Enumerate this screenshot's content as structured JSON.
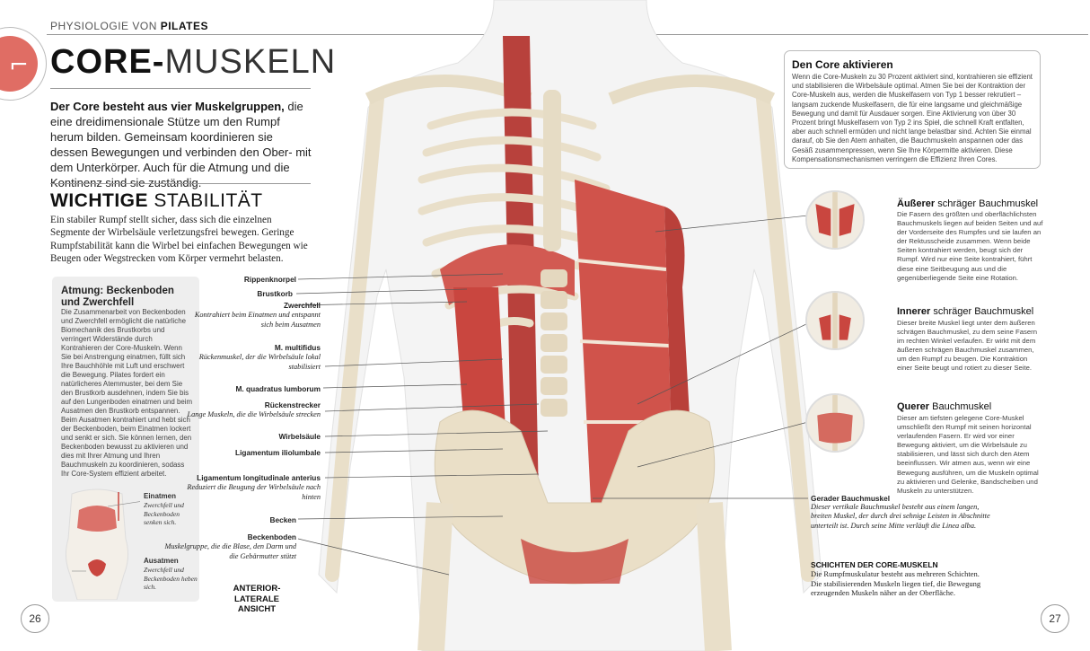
{
  "header": {
    "running_head_prefix": "PHYSIOLOGIE VON ",
    "running_head_book": "PILATES"
  },
  "title": {
    "bold": "CORE-",
    "light": "MUSKELN"
  },
  "intro": {
    "lead": "Der Core besteht aus vier Muskelgruppen,",
    "text": " die eine dreidimensionale Stütze um den Rumpf herum bilden. Gemeinsam koordinieren sie dessen Bewegungen und verbinden den Ober- mit dem Unterkörper. Auch für die Atmung und die Kontinenz sind sie zuständig."
  },
  "stability": {
    "heading_bold": "WICHTIGE",
    "heading_light": " STABILITÄT",
    "text": "Ein stabiler Rumpf stellt sicher, dass sich die einzelnen Segmente der Wirbelsäule verletzungsfrei bewegen. Geringe Rumpfstabilität kann die Wirbel bei einfachen Bewegungen wie Beugen oder Wegstrecken vom Körper vermehrt belasten."
  },
  "breathing_box": {
    "title": "Atmung: Beckenboden und Zwerchfell",
    "text": "Die Zusammenarbeit von Beckenboden und Zwerchfell ermöglicht die natürliche Biomechanik des Brustkorbs und verringert Widerstände durch Kontrahieren der Core-Muskeln. Wenn Sie bei Anstrengung einatmen, füllt sich Ihre Bauchhöhle mit Luft und erschwert die Bewegung. Pilates fordert ein natürlicheres Atemmuster, bei dem Sie den Brustkorb ausdehnen, indem Sie bis auf den Lungenboden einatmen und beim Ausatmen den Brustkorb entspannen. Beim Ausatmen kontrahiert und hebt sich der Beckenboden, beim Einatmen lockert und senkt er sich. Sie können lernen, den Beckenboden bewusst zu aktivieren und dies mit Ihrer Atmung und Ihren Bauchmuskeln zu koordinieren, sodass Ihr Core-System effizient arbeitet.",
    "inhale_title": "Einatmen",
    "inhale_text": "Zwerchfell und Beckenboden senken sich.",
    "exhale_title": "Ausatmen",
    "exhale_text": "Zwerchfell und Beckenboden heben sich."
  },
  "labels": [
    {
      "title": "Rippenknorpel",
      "desc": ""
    },
    {
      "title": "Brustkorb",
      "desc": ""
    },
    {
      "title": "Zwerchfell",
      "desc": "Kontrahiert beim Einatmen und entspannt sich beim Ausatmen"
    },
    {
      "title": "M. multifidus",
      "desc": "Rückenmuskel, der die Wirbelsäule lokal stabilisiert"
    },
    {
      "title": "M. quadratus lumborum",
      "desc": ""
    },
    {
      "title": "Rückenstrecker",
      "desc": "Lange Muskeln, die die Wirbelsäule strecken"
    },
    {
      "title": "Wirbelsäule",
      "desc": ""
    },
    {
      "title": "Ligamentum iliolumbale",
      "desc": ""
    },
    {
      "title": "Ligamentum longitudinale anterius",
      "desc": "Reduziert die Beugung der Wirbelsäule nach hinten"
    },
    {
      "title": "Becken",
      "desc": ""
    },
    {
      "title": "Beckenboden",
      "desc": "Muskelgruppe, die die Blase, den Darm und die Gebärmutter stützt"
    }
  ],
  "view_label": "ANTERIOR-LATERALE ANSICHT",
  "core_box": {
    "title": "Den Core aktivieren",
    "text": "Wenn die Core-Muskeln zu 30 Prozent aktiviert sind, kontrahieren sie effizient und stabilisieren die Wirbelsäule optimal. Atmen Sie bei der Kontraktion der Core-Muskeln aus, werden die Muskelfasern von Typ 1 besser rekrutiert – langsam zuckende Muskelfasern, die für eine langsame und gleichmäßige Bewegung und damit für Ausdauer sorgen. Eine Aktivierung von über 30 Prozent bringt Muskelfasern von Typ 2 ins Spiel, die schnell Kraft entfalten, aber auch schnell ermüden und nicht lange belastbar sind. Achten Sie einmal darauf, ob Sie den Atem anhalten, die Bauchmuskeln anspannen oder das Gesäß zusammenpressen, wenn Sie Ihre Körpermitte aktivieren. Diese Kompensationsmechanismen verringern die Effizienz Ihren Cores."
  },
  "insets": [
    {
      "bold": "Äußerer",
      "light": " schräger Bauchmuskel",
      "text": "Die Fasern des größten und oberflächlichsten Bauchmuskels liegen auf beiden Seiten und auf der Vorderseite des Rumpfes und sie laufen an der Rektusscheide zusammen. Wenn beide Seiten kontrahiert werden, beugt sich der Rumpf. Wird nur eine Seite kontrahiert, führt diese eine Seitbeugung aus und die gegenüberliegende Seite eine Rotation."
    },
    {
      "bold": "Innerer",
      "light": " schräger Bauchmuskel",
      "text": "Dieser breite Muskel liegt unter dem äußeren schrägen Bauchmuskel, zu dem seine Fasern im rechten Winkel verlaufen. Er wirkt mit dem äußeren schrägen Bauchmuskel zusammen, um den Rumpf zu beugen. Die Kontraktion einer Seite beugt und rotiert zu dieser Seite."
    },
    {
      "bold": "Querer",
      "light": " Bauchmuskel",
      "text": "Dieser am tiefsten gelegene Core-Muskel umschließt den Rumpf mit seinen horizontal verlaufenden Fasern. Er wird vor einer Bewegung aktiviert, um die Wirbelsäule zu stabilisieren, und lässt sich durch den Atem beeinflussen. Wir atmen aus, wenn wir eine Bewegung ausführen, um die Muskeln optimal zu aktivieren und Gelenke, Bandscheiben und Muskeln zu unterstützen."
    }
  ],
  "rectus": {
    "title": "Gerader Bauchmuskel",
    "text": "Dieser vertikale Bauchmuskel besteht aus einem langen, breiten Muskel, der durch drei sehnige Leisten in Abschnitte unterteilt ist. Durch seine Mitte verläuft die Linea alba."
  },
  "layers": {
    "title": "SCHICHTEN DER CORE-MUSKELN",
    "text": "Die Rumpfmuskulatur besteht aus mehreren Schichten. Die stabilisierenden Muskeln liegen tief, die Bewegung erzeugenden Muskeln näher an der Oberfläche."
  },
  "pages": {
    "left": "26",
    "right": "27"
  },
  "colors": {
    "muscle": "#c9463f",
    "bone": "#eee3cc",
    "accent": "#e06d64"
  }
}
